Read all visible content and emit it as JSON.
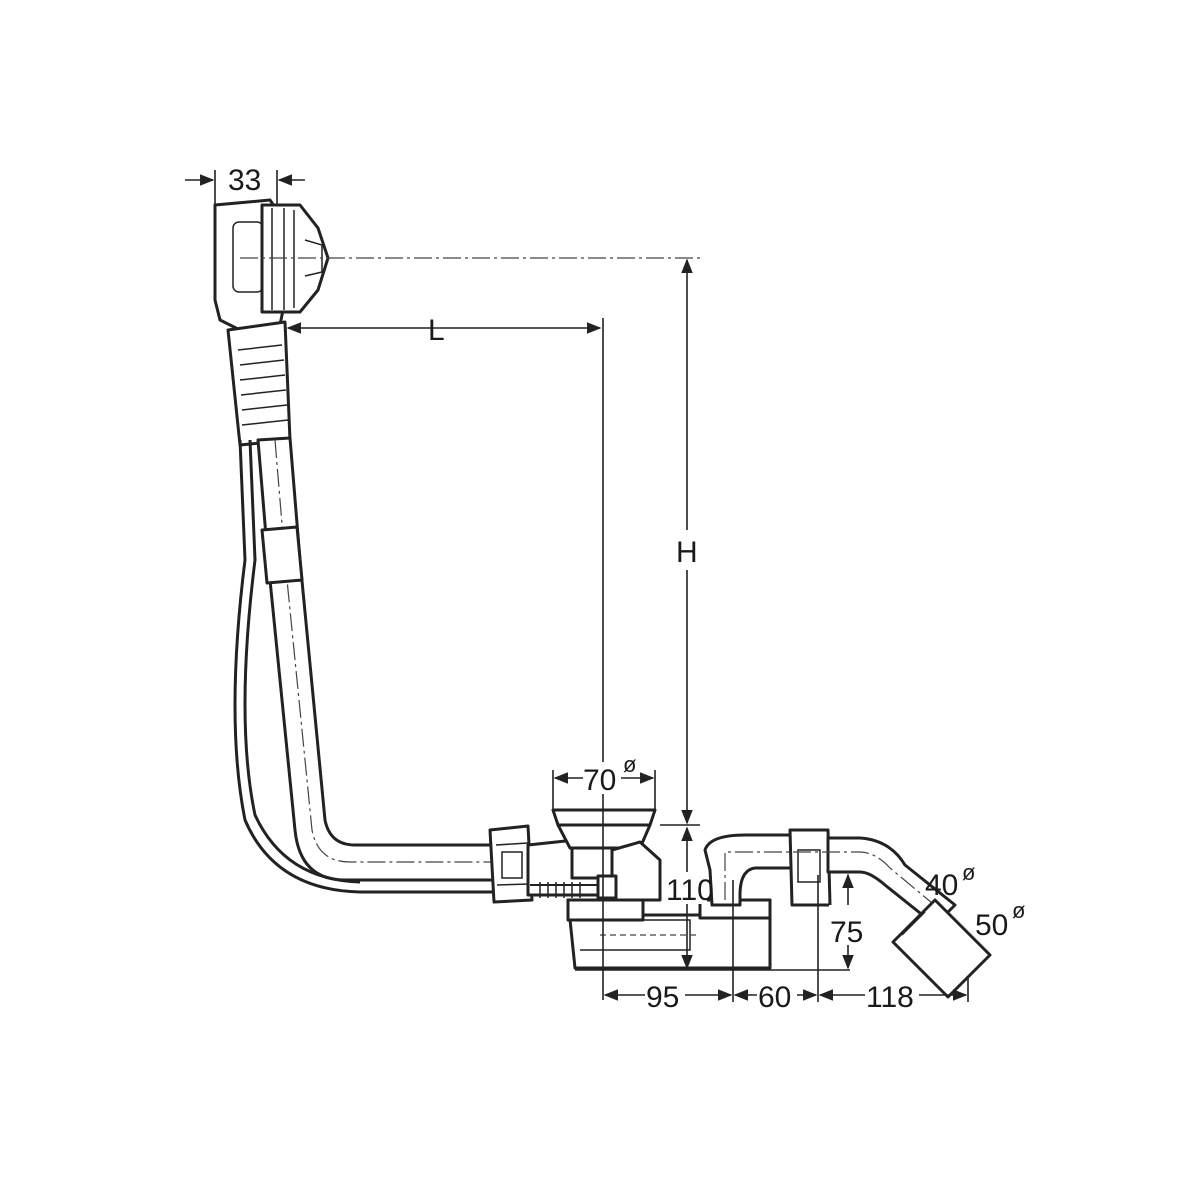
{
  "dimensions": {
    "overflow_depth": "33",
    "horizontal_length": "L",
    "height": "H",
    "outlet_diameter": "70",
    "drain_height": "110",
    "trap_offset": "75",
    "dist_a": "95",
    "dist_b": "60",
    "dist_c": "118",
    "pipe_diameter_1": "40",
    "pipe_diameter_2": "50",
    "diameter_symbol": "ø"
  }
}
